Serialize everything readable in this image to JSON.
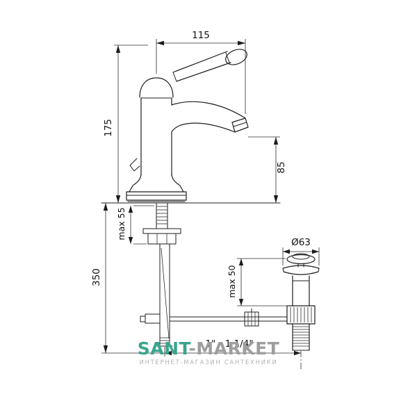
{
  "page": {
    "background": "#ffffff",
    "content_type": "technical drawing of a single-lever basin mixer faucet with pop-up waste"
  },
  "diagram": {
    "line_color": "#1c1c1c",
    "dimensions": {
      "top_width": "115",
      "total_height": "175",
      "spout_height": "85",
      "deck_max": "max 55",
      "hose_length": "350",
      "drain_diameter": "Ø63",
      "drain_max_depth": "max 50",
      "connection_threads": "1\" - 1 1/4\""
    }
  },
  "watermark": {
    "brand_primary": "SANT",
    "brand_secondary": "-MARKET",
    "subtitle": "ИНТЕРНЕТ-МАГАЗИН САНТЕХНИКИ",
    "color_primary": "#3aa58d",
    "color_secondary": "#9e9e9e",
    "color_subtitle": "#b3b3b3"
  }
}
